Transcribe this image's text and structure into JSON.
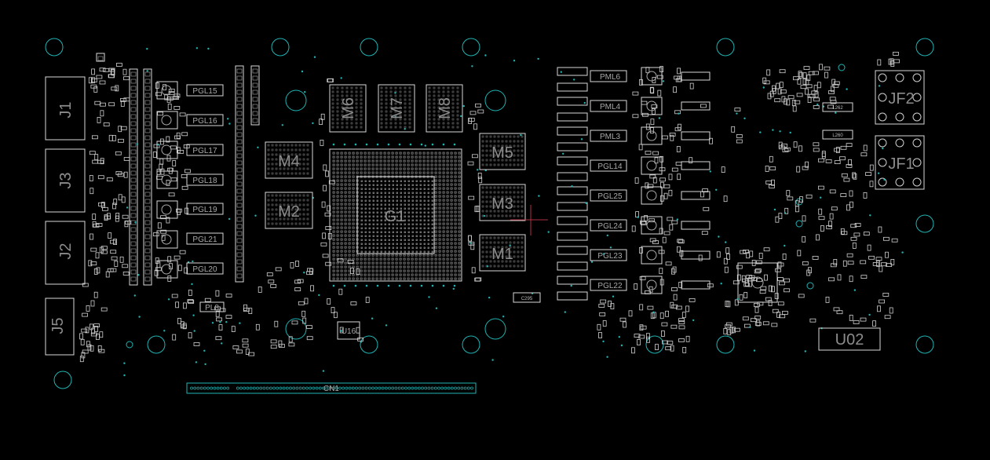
{
  "canvas": {
    "background": "#000000",
    "outline_color": "#d9d9d9",
    "via_color": "#1fb3b3",
    "cursor_color": "#b03040"
  },
  "connectors": [
    "J1",
    "J3",
    "J2",
    "J5"
  ],
  "gpu_label": "G1",
  "memory": {
    "left": [
      "M4",
      "M2"
    ],
    "top": [
      "M6",
      "M7",
      "M8"
    ],
    "right": [
      "M5",
      "M3",
      "M1"
    ]
  },
  "pgl_left": [
    "PGL15",
    "PGL16",
    "PGL17",
    "PGL18",
    "PGL19",
    "PGL21",
    "PGL20"
  ],
  "pl8_label": "PL8",
  "pml_right": [
    "PML6",
    "PML4",
    "PML3"
  ],
  "pgl_right": [
    "PGL14",
    "PGL25",
    "PGL24",
    "PGL23",
    "PGL22"
  ],
  "u16_label": "U16",
  "c295_label": "C295",
  "cn1_label": "CN1",
  "fans": [
    "JF2",
    "JF1"
  ],
  "u02_label": "U02",
  "l262_label": "L262",
  "l260_label": "L260"
}
